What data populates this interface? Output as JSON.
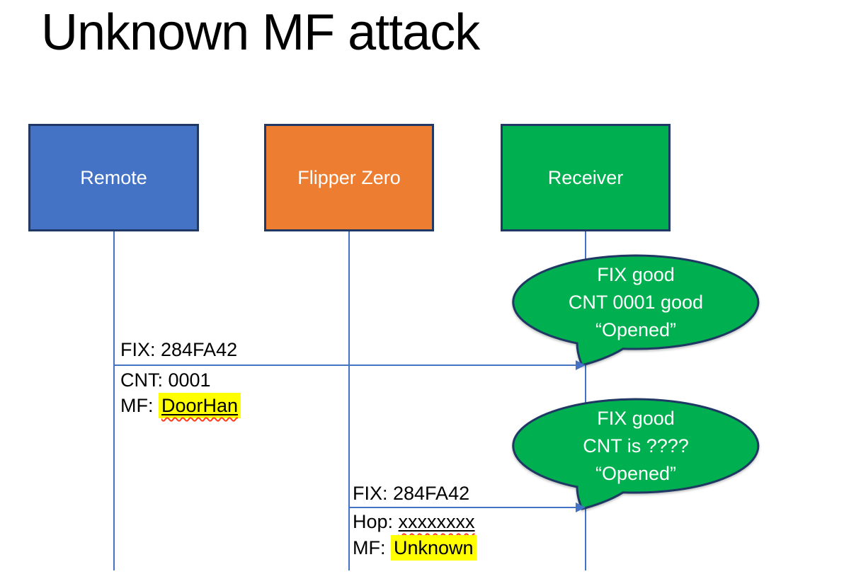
{
  "title": "Unknown MF attack",
  "actors": [
    {
      "label": "Remote",
      "color": "#4472C4"
    },
    {
      "label": "Flipper Zero",
      "color": "#ED7D31"
    },
    {
      "label": "Receiver",
      "color": "#00B050"
    }
  ],
  "messages": [
    {
      "from": "Remote",
      "to": "Receiver",
      "line1": "FIX: 284FA42",
      "line2": "CNT: 0001",
      "line3_prefix": "MF: ",
      "line3_highlighted": "DoorHan"
    },
    {
      "from": "Flipper Zero",
      "to": "Receiver",
      "line1": "FIX: 284FA42",
      "line2_prefix": "Hop: ",
      "line2_underlined": "xxxxxxxx",
      "line3_prefix": "MF: ",
      "line3_highlighted": "Unknown"
    }
  ],
  "callouts": [
    {
      "lines": [
        "FIX good",
        "CNT 0001 good",
        "“Opened”"
      ]
    },
    {
      "lines": [
        "FIX good",
        "CNT is ????",
        "“Opened”"
      ]
    }
  ],
  "colors": {
    "actor_border": "#1F3864",
    "connector": "#4472C4",
    "highlight": "#FFFF00",
    "spellcheck_squiggle": "#FF3B1D",
    "callout_fill": "#00B050",
    "callout_border": "#1F3864",
    "title_text": "#000000"
  }
}
